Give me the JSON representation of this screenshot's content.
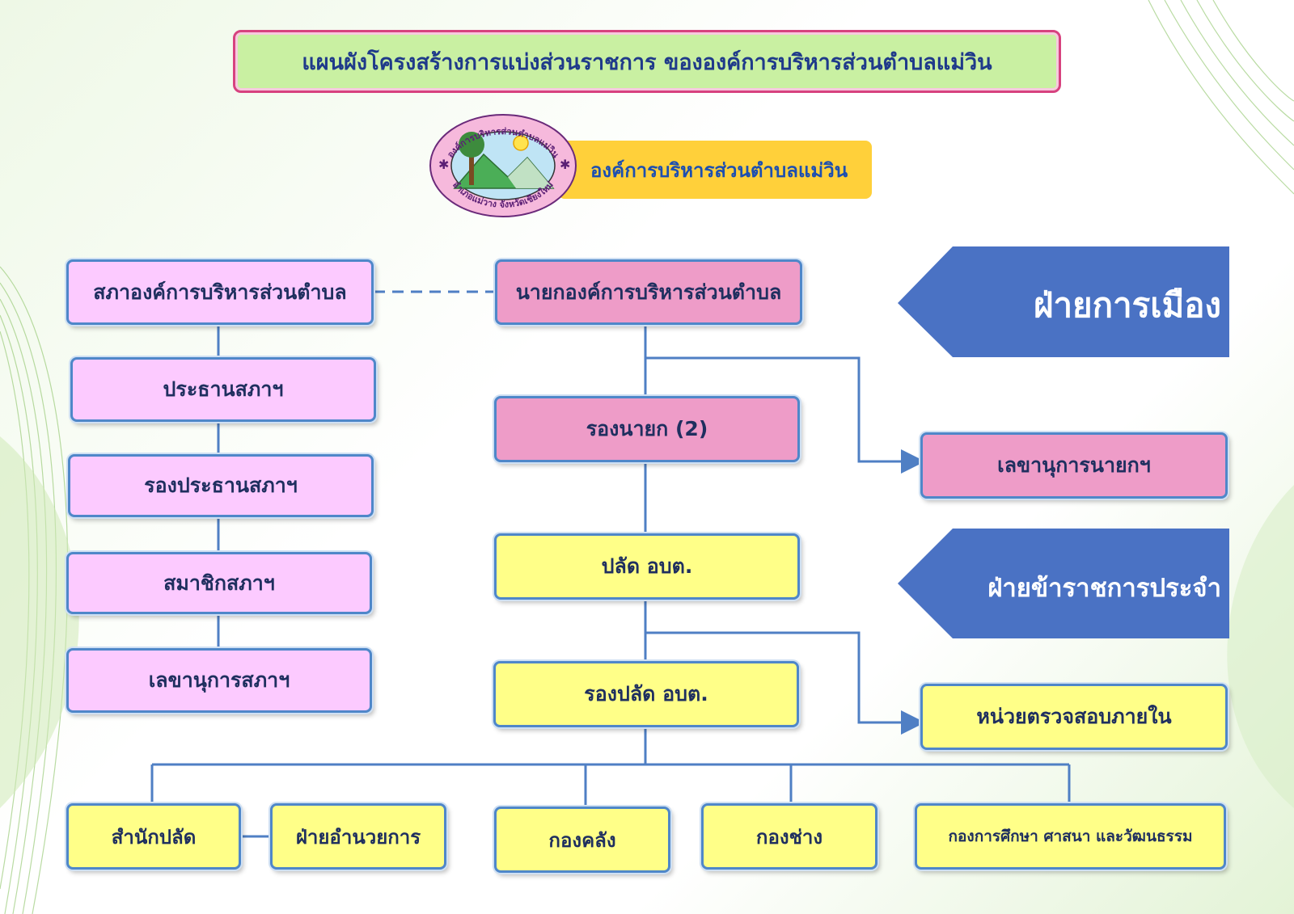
{
  "title": "แผนผังโครงสร้างการแบ่งส่วนราชการ ขององค์การบริหารส่วนตำบลแม่วิน",
  "organization_name": "องค์การบริหารส่วนตำบลแม่วิน",
  "logo": {
    "top_text": "องค์การบริหารส่วนตำบลแม่วิน",
    "bottom_text": "อำเภอแม่วาง จังหวัดเชียงใหม่"
  },
  "banners": {
    "political": "ฝ่ายการเมือง",
    "civil_service": "ฝ่ายข้าราชการประจำ"
  },
  "council": {
    "council": "สภาองค์การบริหารส่วนตำบล",
    "chair": "ประธานสภาฯ",
    "vice_chair": "รองประธานสภาฯ",
    "members": "สมาชิกสภาฯ",
    "secretary": "เลขานุการสภาฯ"
  },
  "executive": {
    "mayor": "นายกองค์การบริหารส่วนตำบล",
    "deputy_mayor": "รองนายก (2)",
    "mayor_secretary": "เลขานุการนายกฯ",
    "chief_admin": "ปลัด อบต.",
    "deputy_chief_admin": "รองปลัด อบต.",
    "internal_audit": "หน่วยตรวจสอบภายใน"
  },
  "divisions": {
    "office_of_chief": "สำนักปลัด",
    "admin_section": "ฝ่ายอำนวยการ",
    "finance": "กองคลัง",
    "engineering": "กองช่าง",
    "education": "กองการศึกษา ศาสนา และวัฒนธรรม"
  },
  "colors": {
    "council_fill": "#fccaff",
    "executive_fill": "#ee9cc8",
    "civil_fill": "#ffff88",
    "connector": "#4f7fc4",
    "banner_fill": "#4a72c4",
    "title_fill": "#c9f0a2",
    "title_border": "#d7427f",
    "org_pill_fill": "#ffd03a"
  }
}
